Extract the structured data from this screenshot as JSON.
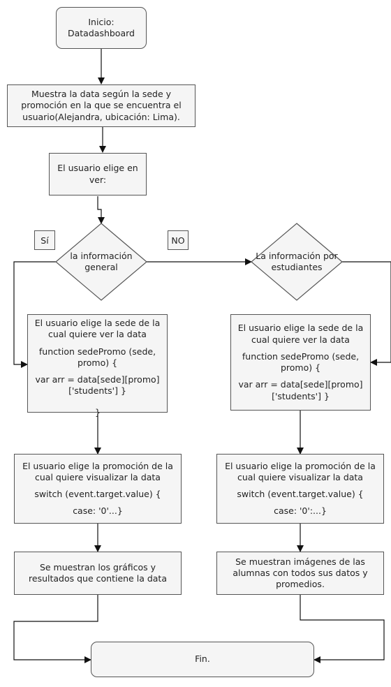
{
  "nodes": {
    "start": {
      "label": "Inicio: Datadashboard"
    },
    "show_data": {
      "label": "Muestra la data según la sede y promoción en la que se encuentra el usuario(Alejandra, ubicación: Lima)."
    },
    "choose_view": {
      "label": "El usuario elige en ver:"
    },
    "decision_general": {
      "label": "la información general"
    },
    "decision_students": {
      "label": "La información por estudiantes"
    },
    "left_sede": {
      "title": "El usuario elige la sede de la cual quiere ver la data",
      "code_1": "function sedePromo (sede, promo) {",
      "code_2": "var arr = data[sede][promo]['students'] }",
      "overflow": "}"
    },
    "right_sede": {
      "title": "El usuario elige la sede de la cual quiere ver la data",
      "code_1": "function sedePromo (sede, promo) {",
      "code_2": "var arr = data[sede][promo]['students'] }"
    },
    "left_promo": {
      "title": "El usuario elige la promoción de la cual quiere visualizar  la data",
      "code_1": "switch (event.target.value) {",
      "code_2": "case: '0'...}"
    },
    "right_promo": {
      "title": "El usuario elige la promoción de la cual quiere visualizar la data",
      "code_1": "switch (event.target.value) {",
      "code_2": "case: '0':...}"
    },
    "left_result": {
      "label": "Se muestran los gráficos y resultados que contiene la data"
    },
    "right_result": {
      "label": "Se muestran imágenes de las alumnas con todos sus datos y promedios."
    },
    "end": {
      "label": "Fin."
    }
  },
  "edge_labels": {
    "yes": "Sí",
    "no": "NO"
  }
}
